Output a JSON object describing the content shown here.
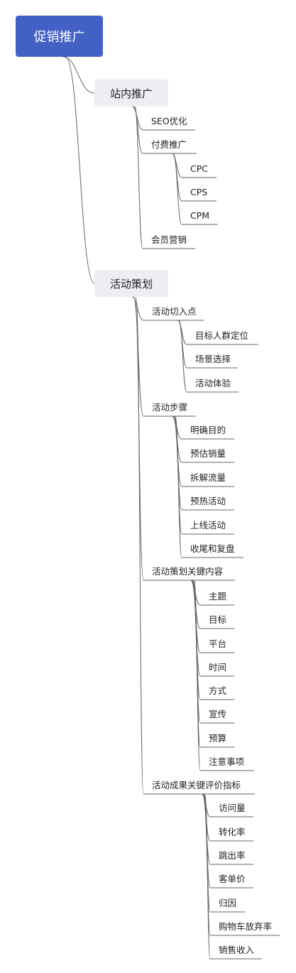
{
  "mindmap": {
    "root": "促销推广",
    "branches": [
      {
        "label": "站内推广",
        "children": [
          {
            "label": "SEO优化"
          },
          {
            "label": "付费推广",
            "children": [
              "CPC",
              "CPS",
              "CPM"
            ]
          },
          {
            "label": "会员营销"
          }
        ]
      },
      {
        "label": "活动策划",
        "children": [
          {
            "label": "活动切入点",
            "children": [
              "目标人群定位",
              "场景选择",
              "活动体验"
            ]
          },
          {
            "label": "活动步骤",
            "children": [
              "明确目的",
              "预估销量",
              "拆解流量",
              "预热活动",
              "上线活动",
              "收尾和复盘"
            ]
          },
          {
            "label": "活动策划关键内容",
            "children": [
              "主题",
              "目标",
              "平台",
              "时间",
              "方式",
              "宣传",
              "预算",
              "注意事项"
            ]
          },
          {
            "label": "活动成果关键评价指标",
            "children": [
              "访问量",
              "转化率",
              "跳出率",
              "客单价",
              "归因",
              "购物车放弃率",
              "销售收入"
            ]
          }
        ]
      }
    ]
  },
  "colors": {
    "root_fill": "#4361c5",
    "branch_fill": "#edeef3",
    "line": "#666666"
  }
}
